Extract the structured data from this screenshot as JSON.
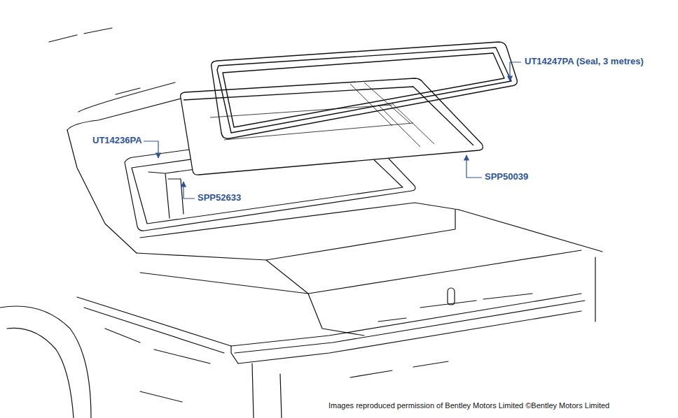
{
  "diagram": {
    "labels": [
      "UT14247PA (Seal, 3 metres)",
      "UT14236PA",
      "SPP52633",
      "SPP50039",
      "Images reproduced permission of Bentley Motors Limited ©Bentley Motors Limited"
    ]
  }
}
